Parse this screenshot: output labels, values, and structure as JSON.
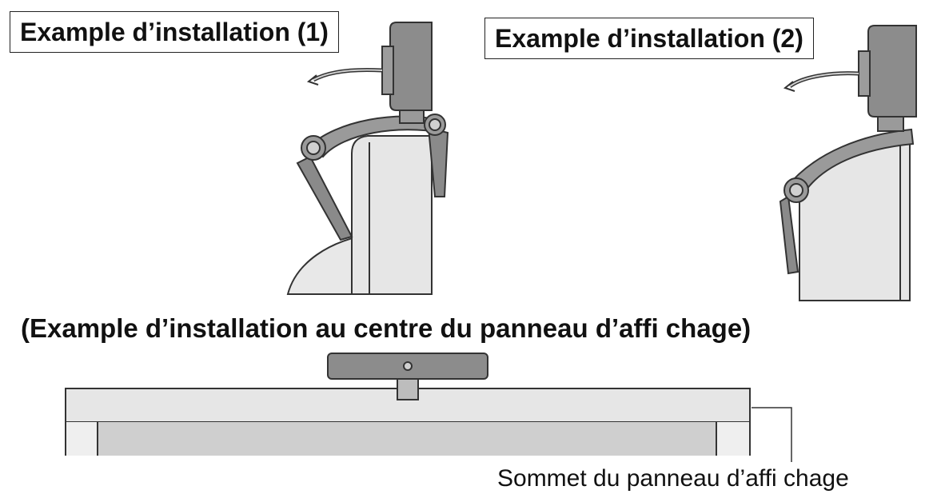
{
  "labels": {
    "example1": "Example d’installation (1)",
    "example2": "Example d’installation (2)",
    "center_heading": "(Example d’installation au centre du panneau d’affi chage)",
    "top_caption": "Sommet du panneau d’affi chage"
  },
  "colors": {
    "camera": "#8c8c8c",
    "panel": "#e6e6e6",
    "panel_inner": "#cfcfcf",
    "outline": "#333333"
  }
}
